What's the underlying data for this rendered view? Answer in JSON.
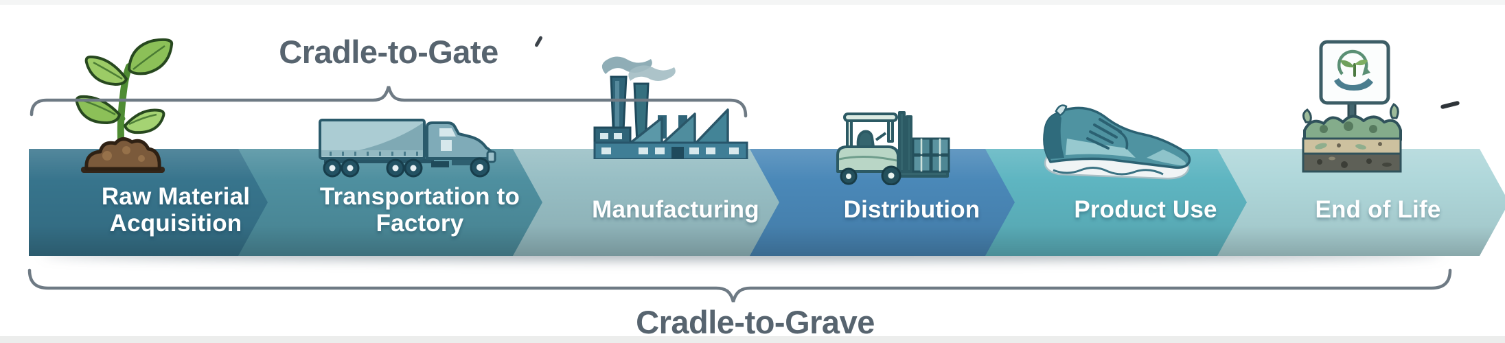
{
  "page": {
    "background": "#ffffff"
  },
  "braces": {
    "top": {
      "label": "Cradle-to-Gate"
    },
    "bottom": {
      "label": "Cradle-to-Grave"
    },
    "color": "#6e7a84",
    "label_color": "#57646f"
  },
  "stages": [
    {
      "label": "Raw Material Acquisition",
      "icon": "seedling-icon",
      "color": "#37748c"
    },
    {
      "label": "Transportation to Factory",
      "icon": "truck-icon",
      "color": "#4e8f9f"
    },
    {
      "label": "Manufacturing",
      "icon": "factory-icon",
      "color": "#97bec4"
    },
    {
      "label": "Distribution",
      "icon": "forklift-icon",
      "color": "#4a88b8"
    },
    {
      "label": "Product Use",
      "icon": "sneaker-icon",
      "color": "#5eb5c1"
    },
    {
      "label": "End of Life",
      "icon": "compost-sign-icon",
      "color": "#afd7da"
    }
  ],
  "label_text_color": "#ffffff"
}
